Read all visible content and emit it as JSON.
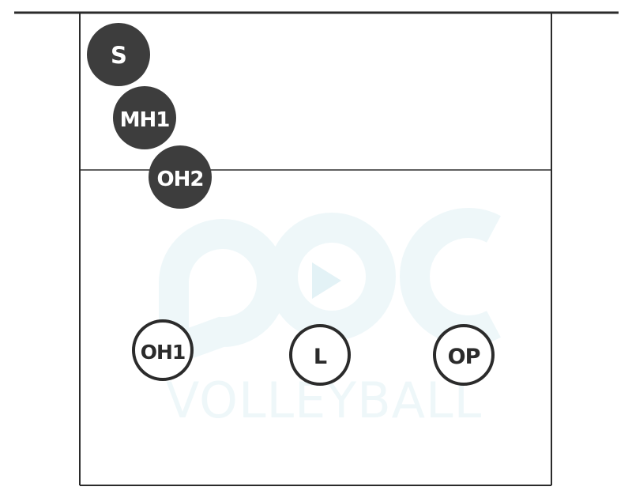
{
  "colors": {
    "line": "#2b2b2b",
    "player_fill_front": "#3d3d3d",
    "player_text_front": "#ffffff",
    "player_fill_back": "#ffffff",
    "player_stroke_back": "#2b2b2b",
    "player_text_back": "#2b2b2b",
    "watermark": "#eef7f9"
  },
  "watermark": {
    "logo_text": "VOLLEYBALL"
  },
  "players": {
    "s": {
      "label": "S",
      "style": "filled"
    },
    "mh1": {
      "label": "MH1",
      "style": "filled"
    },
    "oh2": {
      "label": "OH2",
      "style": "filled"
    },
    "oh1": {
      "label": "OH1",
      "style": "outline"
    },
    "l": {
      "label": "L",
      "style": "outline"
    },
    "op": {
      "label": "OP",
      "style": "outline"
    }
  }
}
